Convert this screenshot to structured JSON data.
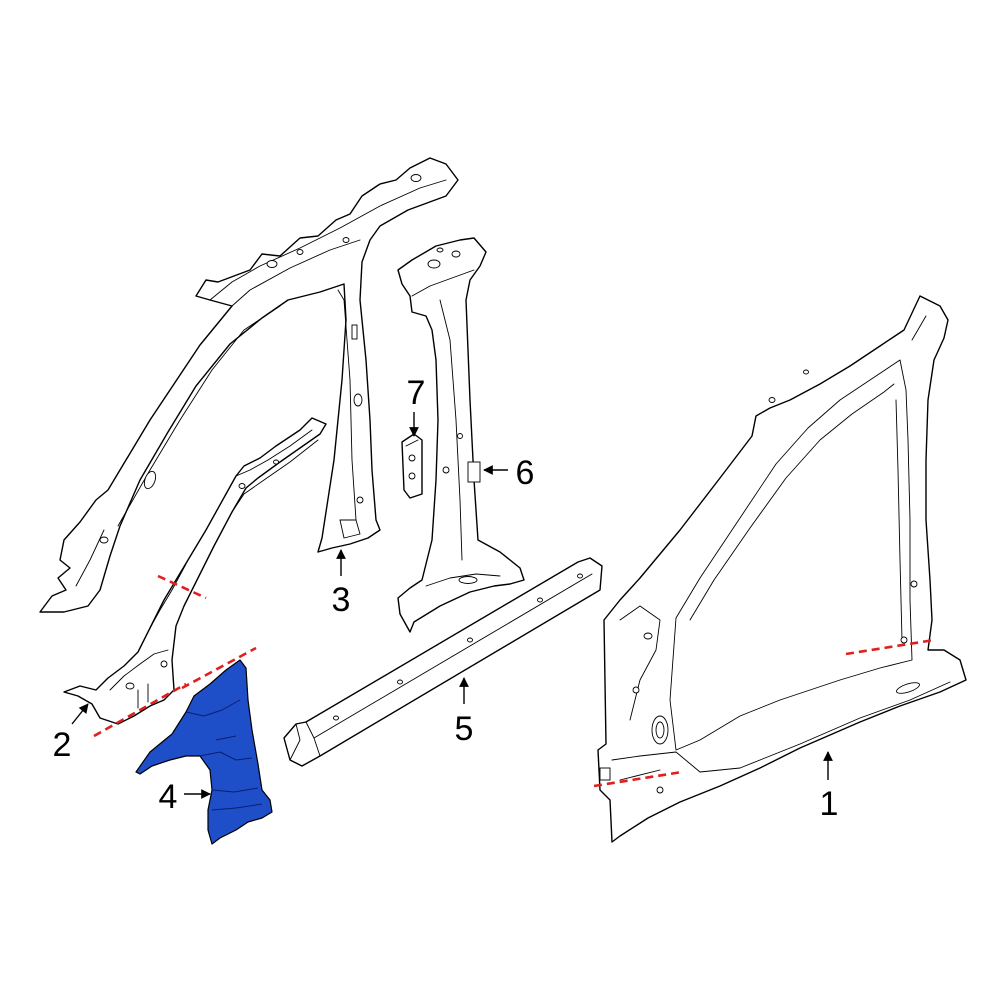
{
  "callouts": {
    "c1": "1",
    "c2": "2",
    "c3": "3",
    "c4": "4",
    "c5": "5",
    "c6": "6",
    "c7": "7"
  },
  "colors": {
    "highlight": "#1f4fc8",
    "cut_line": "#e02020",
    "outline": "#000000",
    "background": "#ffffff"
  }
}
